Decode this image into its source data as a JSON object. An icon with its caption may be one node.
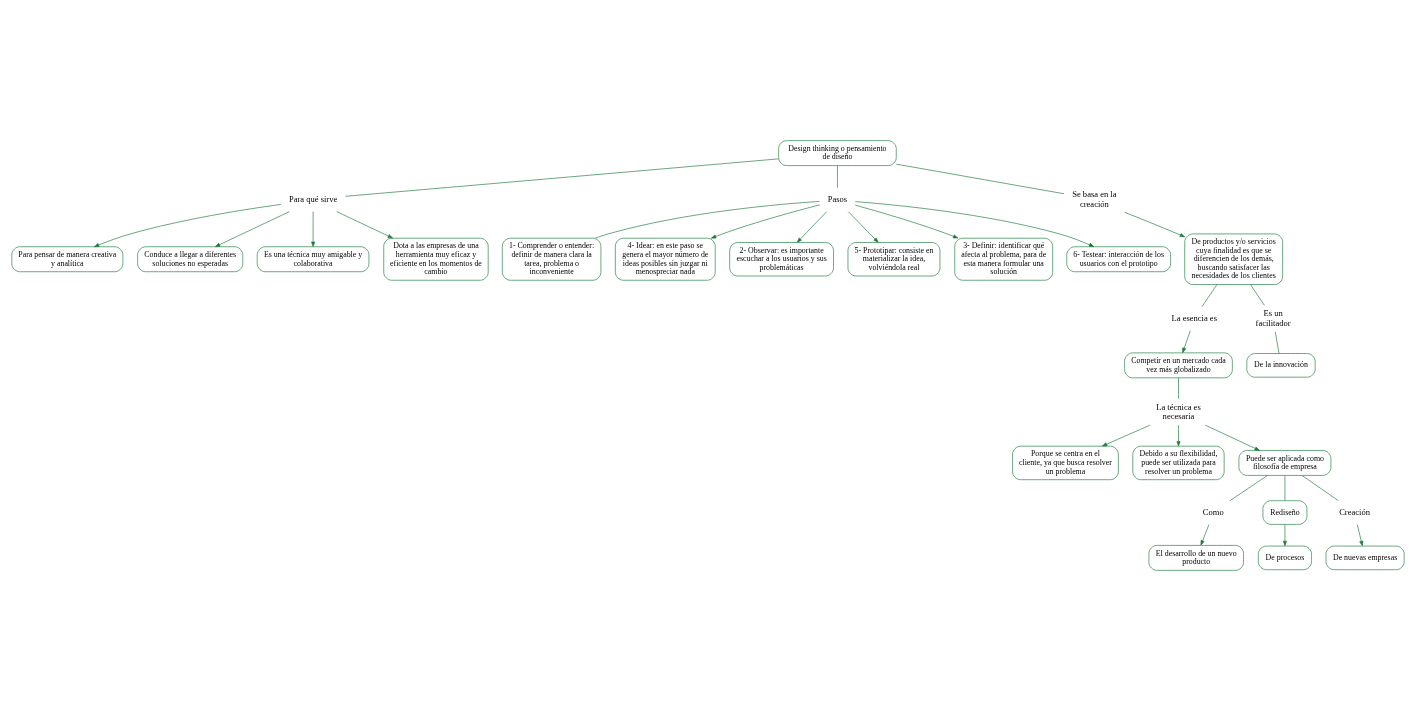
{
  "diagram": {
    "nodes": [
      {
        "text": [
          "Design thinking o pensamiento de diseño"
        ]
      },
      {
        "text": [
          "Para qué sirve"
        ]
      },
      {
        "text": [
          "Pasos"
        ]
      },
      {
        "text": [
          "Para pensar de manera creativa y analítica"
        ]
      },
      {
        "text": [
          "Conduce a llegar a diferentes soluciones no esperadas"
        ]
      },
      {
        "text": [
          "Es una técnica muy amigable y colaborativa"
        ]
      },
      {
        "text": [
          "Dota a las empresas de una herramienta muy eficaz y eficiente en los momentos de cambio"
        ]
      },
      {
        "text": [
          "1- Comprender o entender: definir de manera clara la tarea, problema o inconveniente"
        ]
      },
      {
        "text": [
          "4- Idear: en este paso se genera el mayor número de ideas posibles sin juzgar ni menospreciar nada"
        ]
      },
      {
        "text": [
          "2- Observar: es importante escuchar a los usuarios y sus problemáticas"
        ]
      },
      {
        "text": [
          "5- Prototipar: consiste en materializar la idea, volviéndola real"
        ]
      },
      {
        "text": [
          "3- Definir: identificar qué afecta al problema, para de esta manera formular una solución"
        ]
      },
      {
        "text": [
          "6- Testear: interacción de los usuarios con el prototipo"
        ]
      },
      {
        "text": [
          "Se basa en la creación"
        ]
      },
      {
        "text": [
          "De productos y/o servicios cuya finalidad es que se diferencien de los demás, buscando satisfacer las necesidades de los clientes"
        ]
      },
      {
        "text": [
          "La esencia es"
        ]
      },
      {
        "text": [
          "Es un facilitador"
        ]
      },
      {
        "text": [
          "Competir en un mercado cada vez más globalizado"
        ]
      },
      {
        "text": [
          "De la innovación"
        ]
      },
      {
        "text": [
          "La técnica es necesaria"
        ]
      },
      {
        "text": [
          "Porque se centra en el cliente, ya que busca resolver un problema"
        ]
      },
      {
        "text": [
          "Debido a su flexibilidad, puede ser utilizada para resolver un problema"
        ]
      },
      {
        "text": [
          "Puede ser aplicada como filosofía de empresa"
        ]
      },
      {
        "text": [
          "Como"
        ]
      },
      {
        "text": [
          "El desarrollo de un nuevo producto"
        ]
      },
      {
        "text": [
          "Rediseño"
        ]
      },
      {
        "text": [
          "De procesos"
        ]
      },
      {
        "text": [
          "Creación"
        ]
      },
      {
        "text": [
          "De nuevas empresas"
        ]
      }
    ],
    "edges": [
      {
        "from": 0,
        "to": 1,
        "arrow": "none"
      },
      {
        "from": 1,
        "to": 3,
        "arrow": "to"
      },
      {
        "from": 1,
        "to": 4,
        "arrow": "to"
      },
      {
        "from": 1,
        "to": 5,
        "arrow": "to"
      },
      {
        "from": 1,
        "to": 6,
        "arrow": "to"
      },
      {
        "from": 0,
        "to": 2,
        "arrow": "none"
      },
      {
        "from": 2,
        "to": 7,
        "arrow": "none"
      },
      {
        "from": 2,
        "to": 8,
        "arrow": "to"
      },
      {
        "from": 2,
        "to": 9,
        "arrow": "to"
      },
      {
        "from": 2,
        "to": 10,
        "arrow": "to"
      },
      {
        "from": 2,
        "to": 11,
        "arrow": "to"
      },
      {
        "from": 2,
        "to": 12,
        "arrow": "to"
      },
      {
        "from": 0,
        "to": 13,
        "arrow": "none"
      },
      {
        "from": 13,
        "to": 14,
        "arrow": "to"
      },
      {
        "from": 14,
        "to": 15,
        "arrow": "none"
      },
      {
        "from": 15,
        "to": 17,
        "arrow": "to"
      },
      {
        "from": 14,
        "to": 16,
        "arrow": "none"
      },
      {
        "from": 16,
        "to": 18,
        "arrow": "none"
      },
      {
        "from": 17,
        "to": 19,
        "arrow": "none"
      },
      {
        "from": 19,
        "to": 20,
        "arrow": "to"
      },
      {
        "from": 19,
        "to": 21,
        "arrow": "to"
      },
      {
        "from": 19,
        "to": 22,
        "arrow": "to"
      },
      {
        "from": 22,
        "to": 23,
        "arrow": "none"
      },
      {
        "from": 23,
        "to": 24,
        "arrow": "to"
      },
      {
        "from": 22,
        "to": 25,
        "arrow": "none"
      },
      {
        "from": 25,
        "to": 26,
        "arrow": "to"
      },
      {
        "from": 22,
        "to": 27,
        "arrow": "none"
      },
      {
        "from": 27,
        "to": 28,
        "arrow": "to"
      }
    ]
  }
}
